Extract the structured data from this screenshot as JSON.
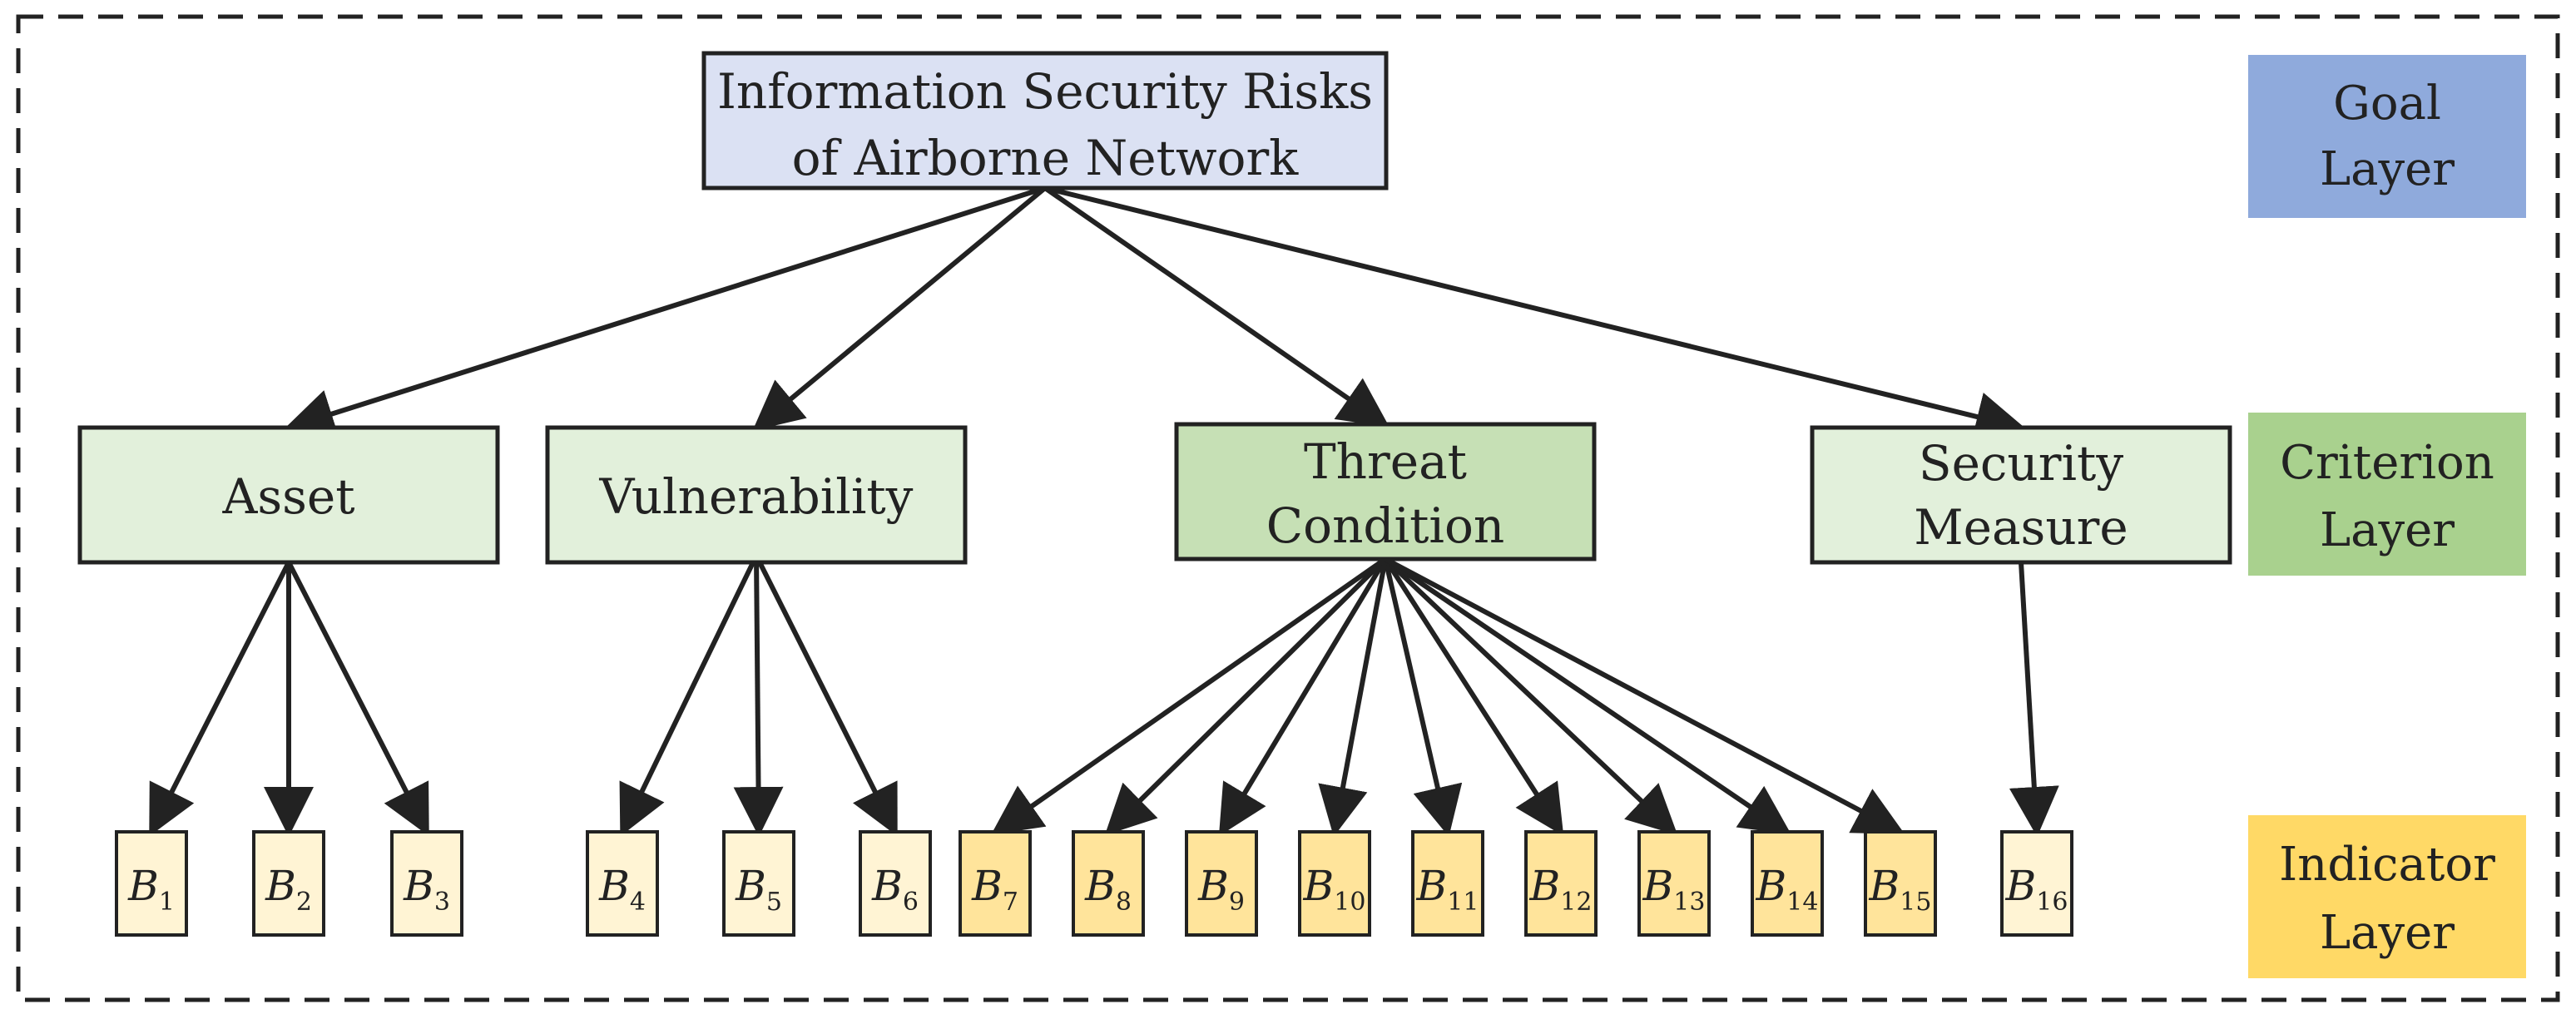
{
  "goal": {
    "lines": [
      "Information Security Risks",
      "of Airborne Network"
    ],
    "fill": "#dbe1f3"
  },
  "criteria": [
    {
      "id": "asset",
      "lines": [
        "Asset"
      ],
      "fill": "#e2f0db"
    },
    {
      "id": "vulnerability",
      "lines": [
        "Vulnerability"
      ],
      "fill": "#e2f0db"
    },
    {
      "id": "threat-condition",
      "lines": [
        "Threat",
        "Condition"
      ],
      "fill": "#c6e0b5"
    },
    {
      "id": "security-measure",
      "lines": [
        "Security",
        "Measure"
      ],
      "fill": "#e2f0db"
    }
  ],
  "indicators": [
    {
      "letter": "B",
      "sub": "1",
      "parent": 0,
      "fill": "#fff4d4"
    },
    {
      "letter": "B",
      "sub": "2",
      "parent": 0,
      "fill": "#fff4d4"
    },
    {
      "letter": "B",
      "sub": "3",
      "parent": 0,
      "fill": "#fff4d4"
    },
    {
      "letter": "B",
      "sub": "4",
      "parent": 1,
      "fill": "#fff4d4"
    },
    {
      "letter": "B",
      "sub": "5",
      "parent": 1,
      "fill": "#fff4d4"
    },
    {
      "letter": "B",
      "sub": "6",
      "parent": 1,
      "fill": "#fff4d4"
    },
    {
      "letter": "B",
      "sub": "7",
      "parent": 2,
      "fill": "#ffe49b"
    },
    {
      "letter": "B",
      "sub": "8",
      "parent": 2,
      "fill": "#ffe49b"
    },
    {
      "letter": "B",
      "sub": "9",
      "parent": 2,
      "fill": "#ffe49b"
    },
    {
      "letter": "B",
      "sub": "10",
      "parent": 2,
      "fill": "#ffe49b"
    },
    {
      "letter": "B",
      "sub": "11",
      "parent": 2,
      "fill": "#ffe49b"
    },
    {
      "letter": "B",
      "sub": "12",
      "parent": 2,
      "fill": "#ffe49b"
    },
    {
      "letter": "B",
      "sub": "13",
      "parent": 2,
      "fill": "#ffe49b"
    },
    {
      "letter": "B",
      "sub": "14",
      "parent": 2,
      "fill": "#ffe49b"
    },
    {
      "letter": "B",
      "sub": "15",
      "parent": 2,
      "fill": "#ffe49b"
    },
    {
      "letter": "B",
      "sub": "16",
      "parent": 3,
      "fill": "#fff4d4"
    }
  ],
  "legend": [
    {
      "id": "goal-layer",
      "lines": [
        "Goal",
        "Layer"
      ],
      "fill": "#8faadc"
    },
    {
      "id": "criterion-layer",
      "lines": [
        "Criterion",
        "Layer"
      ],
      "fill": "#a9d18e"
    },
    {
      "id": "indicator-layer",
      "lines": [
        "Indicator",
        "Layer"
      ],
      "fill": "#ffd966"
    }
  ],
  "colors": {
    "stroke": "#222222",
    "border_dash": "#222222"
  }
}
